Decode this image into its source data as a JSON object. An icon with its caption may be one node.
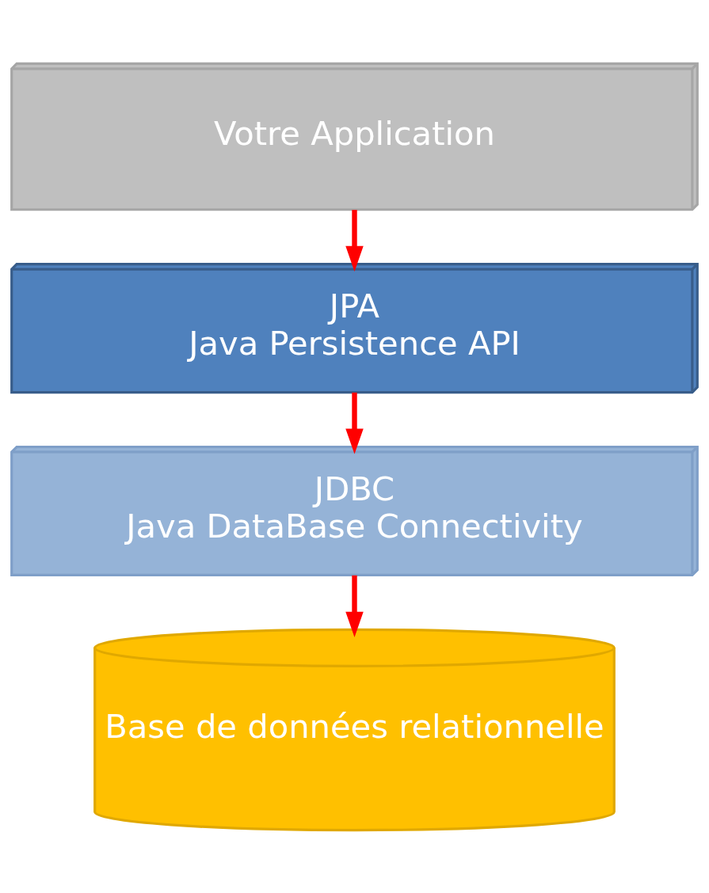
{
  "diagram": {
    "nodes": [
      {
        "text": [
          "Votre Application"
        ]
      },
      {
        "text": [
          "JPA",
          "Java Persistence API"
        ]
      },
      {
        "text": [
          "JDBC",
          "Java DataBase Connectivity"
        ]
      },
      {
        "text": [
          "Base de données relationnelle"
        ]
      }
    ],
    "edges": [
      {
        "from": 0,
        "to": 1,
        "arrow": "to"
      },
      {
        "from": 1,
        "to": 2,
        "arrow": "to"
      },
      {
        "from": 2,
        "to": 3,
        "arrow": "to"
      }
    ]
  }
}
